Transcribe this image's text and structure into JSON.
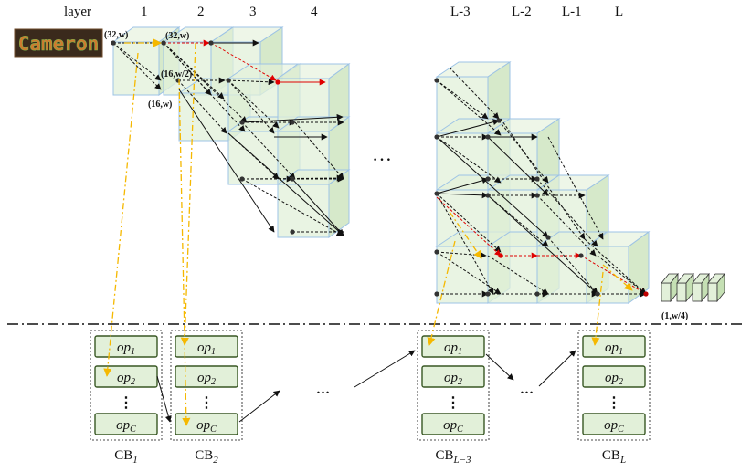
{
  "header": {
    "layer_word": "layer",
    "layers": [
      "1",
      "2",
      "3",
      "4",
      "L-3",
      "L-2",
      "L-1",
      "L"
    ]
  },
  "input_image": {
    "text": "Cameron"
  },
  "coords": {
    "c1": "(32,w)",
    "c2": "(32,w)",
    "c3": "(16,w/2)",
    "c4": "(16,w)",
    "output": "(1,w/4)"
  },
  "ellipsis": {
    "top": "…",
    "bottom": "…"
  },
  "cells": [
    {
      "label": "CB",
      "sub": "1",
      "ops": [
        {
          "op": "op",
          "sub": "1"
        },
        {
          "op": "op",
          "sub": "2"
        },
        {
          "op": "op",
          "sub": "C"
        }
      ]
    },
    {
      "label": "CB",
      "sub": "2",
      "ops": [
        {
          "op": "op",
          "sub": "1"
        },
        {
          "op": "op",
          "sub": "2"
        },
        {
          "op": "op",
          "sub": "C"
        }
      ]
    },
    {
      "label": "CB",
      "sub": "L−3",
      "ops": [
        {
          "op": "op",
          "sub": "1"
        },
        {
          "op": "op",
          "sub": "2"
        },
        {
          "op": "op",
          "sub": "C"
        }
      ]
    },
    {
      "label": "CB",
      "sub": "L",
      "ops": [
        {
          "op": "op",
          "sub": "1"
        },
        {
          "op": "op",
          "sub": "2"
        },
        {
          "op": "op",
          "sub": "C"
        }
      ]
    }
  ],
  "cell_dots": "⋮",
  "colors": {
    "cube_face": "#e2f0d9",
    "cube_side": "#c5e0b4",
    "cube_edge": "#9dc3e6",
    "op_box": "#e2f0d9",
    "op_border": "#385723",
    "best_path": "#e00000",
    "link": "#f5b800",
    "divider": "#111111"
  }
}
